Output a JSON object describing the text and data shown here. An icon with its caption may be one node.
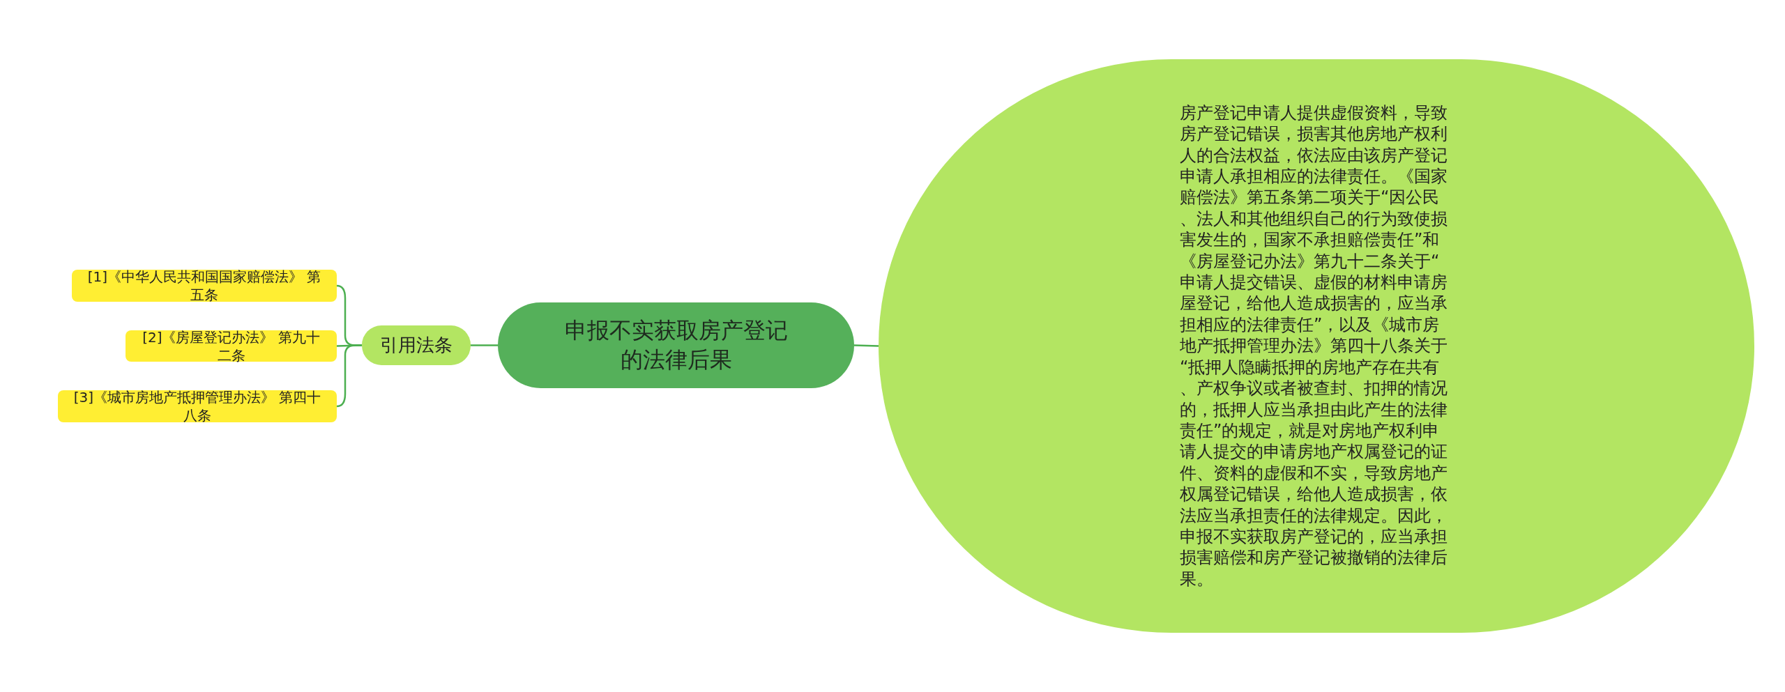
{
  "diagram": {
    "nodes": [
      {
        "text": [
          "申报不实获取房产登记的法律后果"
        ]
      },
      {
        "text": [
          "房产登记申请人提供虚假资料，导致房产登记错误，损害其他房地产权利人的合法权益，依法应由该房产登记申请人承担相应的法律责任。《国家赔偿法》第五条第二项关于“因公民、法人和其他组织自己的行为致使损害发生的，国家不承担赔偿责任”和《房屋登记办法》第九十二条关于“申请人提交错误、虚假的材料申请房屋登记，给他人造成损害的，应当承担相应的法律责任”，以及《城市房地产抵押管理办法》第四十八条关于“抵押人隐瞒抵押的房地产存在共有、产权争议或者被查封、扣押的情况的，抵押人应当承担由此产生的法律责任”的规定，就是对房地产权利申请人提交的申请房地产权属登记的证件、资料的虚假和不实，导致房地产权属登记错误，给他人造成损害，依法应当承担责任的法律规定。因此，申报不实获取房产登记的，应当承担损害赔偿和房产登记被撤销的法律后果。"
        ]
      },
      {
        "text": [
          "引用法条"
        ]
      },
      {
        "text": [
          "[1]《中华人民共和国国家赔偿法》 第五条"
        ]
      },
      {
        "text": [
          "[2]《房屋登记办法》 第九十二条"
        ]
      },
      {
        "text": [
          "[3]《城市房地产抵押管理办法》 第四十八条"
        ]
      }
    ],
    "edges": [
      {
        "from": 0,
        "to": 1,
        "arrow": "none"
      },
      {
        "from": 0,
        "to": 2,
        "arrow": "none"
      },
      {
        "from": 2,
        "to": 3,
        "arrow": "none"
      },
      {
        "from": 2,
        "to": 4,
        "arrow": "none"
      },
      {
        "from": 2,
        "to": 5,
        "arrow": "none"
      }
    ]
  }
}
